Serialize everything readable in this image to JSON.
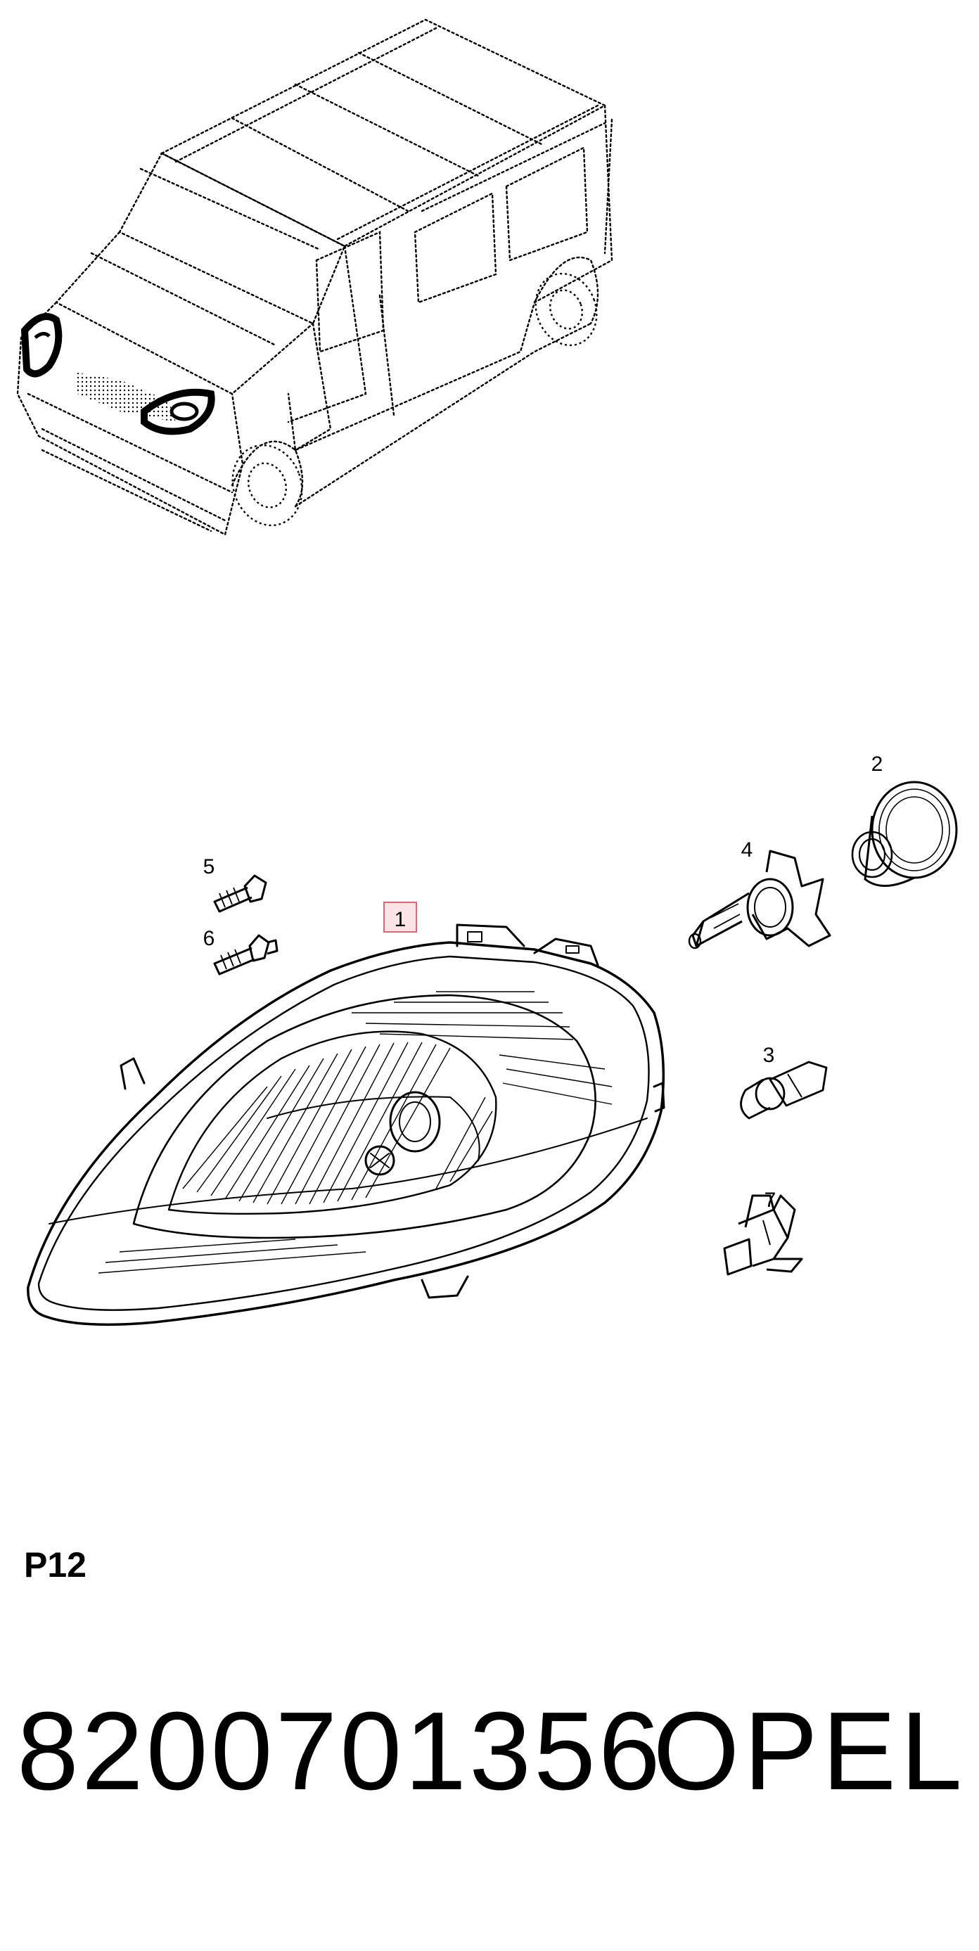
{
  "page_code": "P12",
  "part_number": "8200701356",
  "brand": "OPEL",
  "callouts": [
    {
      "id": "1",
      "highlighted": true
    },
    {
      "id": "2"
    },
    {
      "id": "3"
    },
    {
      "id": "4"
    },
    {
      "id": "5"
    },
    {
      "id": "6"
    },
    {
      "id": "7"
    }
  ],
  "colors": {
    "line": "#000000",
    "highlight_fill": "#fbe3e6",
    "highlight_stroke": "#d66a78"
  },
  "icons": [
    "van-overview",
    "headlamp-assembly",
    "rubber-cap",
    "bulb-h4",
    "bulb-w5w",
    "bolt",
    "stud-bolt",
    "bulb-holder"
  ]
}
